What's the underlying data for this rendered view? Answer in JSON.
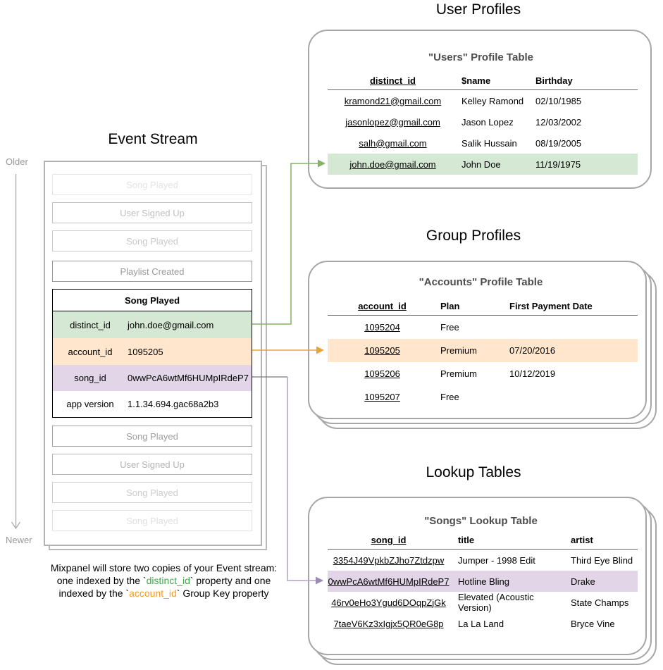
{
  "colors": {
    "green_highlight": "#d5e8d4",
    "orange_highlight": "#ffe6cc",
    "purple_highlight": "#e1d5e7",
    "green_accent": "#82b366",
    "orange_accent": "#e8a33d",
    "purple_accent": "#b1a0c7",
    "caption_green": "#3fa84c",
    "caption_orange": "#f49b20",
    "card_border": "#a6a6a6"
  },
  "event_stream": {
    "title": "Event Stream",
    "older_label": "Older",
    "newer_label": "Newer",
    "events_before": [
      "Song Played",
      "User Signed Up",
      "Song Played",
      "Playlist Created"
    ],
    "selected_event": {
      "name": "Song Played",
      "properties": [
        {
          "key": "distinct_id",
          "value": "john.doe@gmail.com",
          "highlight": "green"
        },
        {
          "key": "account_id",
          "value": "1095205",
          "highlight": "orange"
        },
        {
          "key": "song_id",
          "value": "0wwPcA6wtMf6HUMpIRdeP7",
          "highlight": "purple"
        },
        {
          "key": "app version",
          "value": "1.1.34.694.gac68a2b3",
          "highlight": "none"
        }
      ]
    },
    "events_after": [
      "Song Played",
      "User Signed Up",
      "Song Played",
      "Song Played"
    ],
    "caption": {
      "line1": "Mixpanel will store two copies of your Event stream:",
      "line2_pre": "one indexed by the `",
      "line2_code": "distinct_id",
      "line2_post": "` property and one",
      "line3_pre": "indexed by the `",
      "line3_code": "account_id",
      "line3_post": "` Group Key property"
    }
  },
  "user_profiles": {
    "section_title": "User Profiles",
    "table_title": "\"Users\" Profile Table",
    "columns": [
      "distinct_id",
      "$name",
      "Birthday"
    ],
    "rows": [
      {
        "distinct_id": "kramond21@gmail.com",
        "name": "Kelley Ramond",
        "birthday": "02/10/1985"
      },
      {
        "distinct_id": "jasonlopez@gmail.com",
        "name": "Jason Lopez",
        "birthday": "12/03/2002"
      },
      {
        "distinct_id": "salh@gmail.com",
        "name": "Salik Hussain",
        "birthday": "08/19/2005"
      },
      {
        "distinct_id": "john.doe@gmail.com",
        "name": "John Doe",
        "birthday": "11/19/1975"
      }
    ],
    "highlighted_row_index": 3
  },
  "group_profiles": {
    "section_title": "Group Profiles",
    "table_title": "\"Accounts\" Profile Table",
    "columns": [
      "account_id",
      "Plan",
      "First Payment Date"
    ],
    "rows": [
      {
        "account_id": "1095204",
        "plan": "Free",
        "first_payment_date": ""
      },
      {
        "account_id": "1095205",
        "plan": "Premium",
        "first_payment_date": "07/20/2016"
      },
      {
        "account_id": "1095206",
        "plan": "Premium",
        "first_payment_date": "10/12/2019"
      },
      {
        "account_id": "1095207",
        "plan": "Free",
        "first_payment_date": ""
      }
    ],
    "highlighted_row_index": 1
  },
  "lookup_tables": {
    "section_title": "Lookup Tables",
    "table_title": "\"Songs\" Lookup Table",
    "columns": [
      "song_id",
      "title",
      "artist"
    ],
    "rows": [
      {
        "song_id": "3354J49VpkbZJho7Ztdzpw",
        "title": "Jumper - 1998 Edit",
        "artist": "Third Eye Blind"
      },
      {
        "song_id": "0wwPcA6wtMf6HUMpIRdeP7",
        "title": "Hotline Bling",
        "artist": "Drake"
      },
      {
        "song_id": "46rv0eHo3Ygud6DOqpZjGk",
        "title": "Elevated (Acoustic Version)",
        "artist": "State Champs"
      },
      {
        "song_id": "7taeV6Kz3xIgjx5QR0eG8p",
        "title": "La La Land",
        "artist": "Bryce Vine"
      }
    ],
    "highlighted_row_index": 1
  }
}
